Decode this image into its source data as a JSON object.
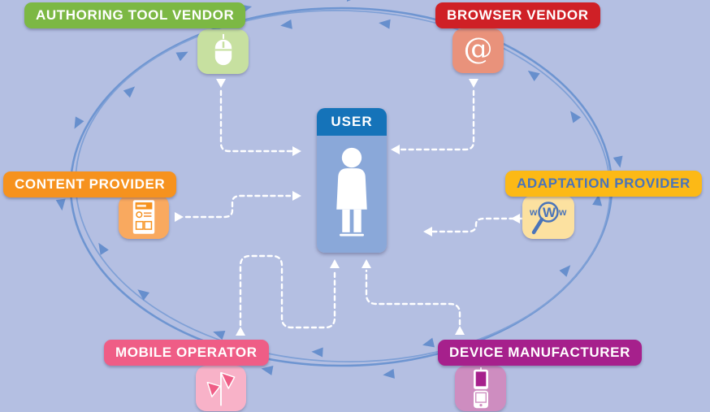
{
  "background_color": "#b4bfe2",
  "ring": {
    "description": "hand-drawn ellipse ring with small two-way flow arrows encircling all actors",
    "color": "#6e95d1",
    "secondary_color": "#7fa0d6",
    "arrow_color": "#5e89cb"
  },
  "user": {
    "label": "USER",
    "header_color": "#1573b9",
    "body_color": "#8aa8d9",
    "icon": "person-icon"
  },
  "actors": [
    {
      "id": "authoring-tool-vendor",
      "label": "AUTHORING TOOL VENDOR",
      "label_color": "#7cb844",
      "text_color": "#ffffff",
      "icon_box_color": "#c7e0a0",
      "icon": "mouse-icon"
    },
    {
      "id": "browser-vendor",
      "label": "BROWSER VENDOR",
      "label_color": "#cf2026",
      "text_color": "#ffffff",
      "icon_box_color": "#e9927b",
      "icon": "at-icon",
      "icon_glyph": "@"
    },
    {
      "id": "content-provider",
      "label": "CONTENT PROVIDER",
      "label_color": "#f6921e",
      "text_color": "#ffffff",
      "icon_box_color": "#f9a95f",
      "icon": "webpage-icon"
    },
    {
      "id": "adaptation-provider",
      "label": "ADAPTATION PROVIDER",
      "label_color": "#fcb916",
      "text_color": "#4a74b9",
      "icon_box_color": "#fce1a0",
      "icon": "magnifier-www-icon",
      "icon_letters": [
        "w",
        "W",
        "w"
      ]
    },
    {
      "id": "mobile-operator",
      "label": "MOBILE OPERATOR",
      "label_color": "#ef5d86",
      "text_color": "#ffffff",
      "icon_box_color": "#f8b2c8",
      "icon": "antenna-icon"
    },
    {
      "id": "device-manufacturer",
      "label": "DEVICE MANUFACTURER",
      "label_color": "#a6208c",
      "text_color": "#ffffff",
      "icon_box_color": "#ce8dc0",
      "icon": "flip-phone-icon"
    }
  ],
  "connections": [
    {
      "from": "AUTHORING TOOL VENDOR",
      "to": "USER",
      "style": "white dashed arrow"
    },
    {
      "from": "BROWSER VENDOR",
      "to": "USER",
      "style": "white dashed arrow"
    },
    {
      "from": "CONTENT PROVIDER",
      "to": "USER",
      "style": "white dashed arrow"
    },
    {
      "from": "ADAPTATION PROVIDER",
      "to": "USER",
      "style": "white dashed arrow"
    },
    {
      "from": "MOBILE OPERATOR",
      "to": "USER",
      "style": "white dashed arrow (meander path)"
    },
    {
      "from": "DEVICE MANUFACTURER",
      "to": "USER",
      "style": "white dashed arrow (step path)"
    }
  ],
  "connector_color": "#ffffff"
}
